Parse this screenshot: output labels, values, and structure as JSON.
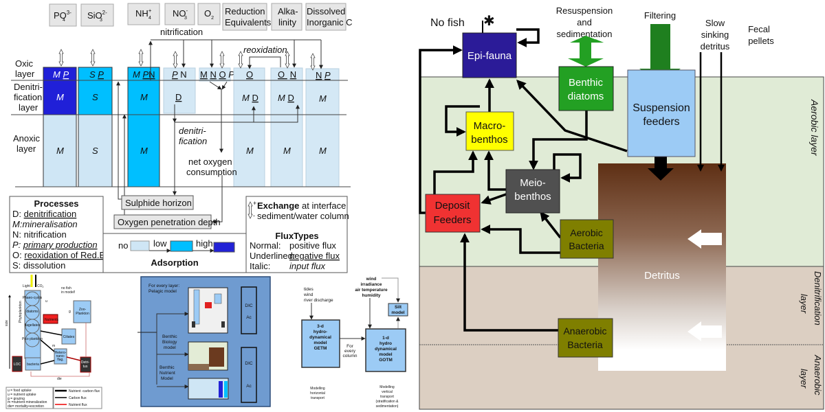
{
  "colors": {
    "adsorption_none": "#cfe6f5",
    "adsorption_low": "#00bfff",
    "adsorption_high": "#2222d6",
    "epifauna": "#2b1b98",
    "benthic_diatoms": "#23a023",
    "suspension_feeders": "#9ccbf5",
    "macrobenthos": "#ffff00",
    "meiobenthos": "#505050",
    "deposit_feeders": "#f03232",
    "bacteria": "#7f7f00",
    "aerobic_layer": "#e0ebd6",
    "sediment_layer": "#dccfc2",
    "detritus": "#6b3a1f"
  },
  "sediment_scheme": {
    "substances": [
      {
        "base": "PO",
        "sub": "4",
        "sup": "3-"
      },
      {
        "base": "SiO",
        "sub": "3",
        "sup": "2-"
      },
      {
        "base": "NH",
        "sub": "4",
        "sup": "+"
      },
      {
        "base": "NO",
        "sub": "3",
        "sup": "-"
      },
      {
        "base": "O",
        "sub": "2",
        "sup": ""
      },
      {
        "line1": "Reduction",
        "line2": "Equivalents"
      },
      {
        "line1": "Alka-",
        "line2": "linity"
      },
      {
        "line1": "Dissolved",
        "line2": "Inorganic C"
      }
    ],
    "layers": {
      "oxic": [
        "Oxic",
        "layer"
      ],
      "denitrification": [
        "Denitri-",
        "fication",
        "layer"
      ],
      "anoxic": [
        "Anoxic",
        "layer"
      ]
    },
    "cells": {
      "c1": {
        "oxic": [
          "M",
          "P"
        ],
        "denit": "M",
        "anoxic": "M"
      },
      "c2": {
        "oxic": [
          "S",
          "P"
        ],
        "denit": "S",
        "anoxic": "S"
      },
      "c3": {
        "oxic": [
          "M",
          "P",
          "N"
        ],
        "denit": "M",
        "anoxic": "M"
      },
      "c4": {
        "oxic": [
          "P",
          "N"
        ],
        "denit": "D"
      },
      "c5": {
        "oxic": [
          "M",
          "N",
          "O",
          "P"
        ]
      },
      "c6": {
        "oxic": [
          "O"
        ],
        "denit": [
          "M",
          "D"
        ],
        "anoxic": "M"
      },
      "c7": {
        "oxic": [
          "O",
          "N"
        ],
        "denit": [
          "M",
          "D"
        ],
        "anoxic": "M"
      },
      "c8": {
        "oxic": [
          "N",
          "P"
        ],
        "denit": "M",
        "anoxic": "M"
      }
    },
    "process_labels": {
      "nitrification": "nitrification",
      "reoxidation": "reoxidation",
      "denitrification": [
        "denitri-",
        "fication"
      ],
      "net_oxygen": [
        "net oxygen",
        "consumption"
      ],
      "sulphide_horizon": "Sulphide  horizon",
      "oxygen_penetration": "Oxygen penetration depth"
    },
    "processes_legend": {
      "title": "Processes",
      "items": [
        {
          "key": "D:",
          "text": "denitrification"
        },
        {
          "key": "M:",
          "text": "mineralisation"
        },
        {
          "key": "N:",
          "text": "nitrification"
        },
        {
          "key": "P:",
          "text": "primary production"
        },
        {
          "key": "O:",
          "text": "reoxidation of Red.Eq."
        },
        {
          "key": "S:",
          "text": "dissolution"
        }
      ]
    },
    "adsorption_legend": {
      "title": "Adsorption",
      "no": "no",
      "low": "low",
      "high": "high"
    },
    "exchange_legend": {
      "plus": "+",
      "minus": "-",
      "title_bold": "Exchange",
      "title_rest": " at interface",
      "line2": "sediment/water column"
    },
    "flux_types": {
      "title": "FluxTypes",
      "rows": [
        {
          "key": "Normal:",
          "value": "positive flux"
        },
        {
          "key": "Underlined:",
          "value": "negative flux"
        },
        {
          "key": "Italic:",
          "value": "input flux"
        }
      ]
    }
  },
  "pelagic_foodweb": {
    "light": "Light",
    "co2": "CO",
    "co2_sub": "2",
    "no_fish": [
      "no fish",
      "in model!"
    ],
    "phyto_groups": [
      "Phaeo-cystis",
      "diatoms",
      "flagellates",
      "Pico plankton"
    ],
    "phytoplankton": "Phytoplankton",
    "size": "size",
    "nutrients": "Nutrients",
    "zooplankton": [
      "Zoo-",
      "Plankton"
    ],
    "ciliates": "Ciliates",
    "heteronanoflag": [
      "Hetero-",
      "nano-",
      "flag."
    ],
    "bacteria": "bacteria",
    "loc": "LOC",
    "detritus": [
      "Detri-",
      "tus"
    ],
    "flux_labels": {
      "u": "u",
      "g": "g",
      "m": "m",
      "die": "die"
    },
    "legend_left": [
      "u    = food uptake",
      "u    = nutrient uptake",
      "g    = grazing",
      "m   =nutrient mineralization",
      "die= mortality+excretion"
    ],
    "legend_right": [
      "Nutrient -carbon flux",
      "Carbon flux",
      "Nutrient  flux"
    ]
  },
  "coupled_model": {
    "pelagic": [
      "For every layer:",
      "Pelagic model"
    ],
    "benthic_biology": [
      "Benthic",
      "Biology",
      "model"
    ],
    "benthic_nutrient": [
      "Benthic",
      "Nutrient",
      "Model"
    ],
    "dic": "DIC",
    "ac": "Ac"
  },
  "hydro_model": {
    "forcing_3d": [
      "tides",
      "wind",
      "river discharge"
    ],
    "forcing_1d": [
      "wind",
      "irradiance",
      "air temperature",
      "humidity"
    ],
    "silt": [
      "Silt",
      "model"
    ],
    "getm": [
      "3-d",
      "hydro-",
      "dynamical",
      "model",
      "GETM"
    ],
    "gotm": [
      "1-d",
      "hydro",
      "dynamical",
      "model",
      "GOTM"
    ],
    "for_every_column": [
      "For",
      "every",
      "column"
    ],
    "horizontal": [
      "Modelling",
      "horizontal",
      "transport"
    ],
    "vertical": [
      "Modelling",
      "vertical",
      "transport",
      "(stratification &",
      "sedimentation)"
    ]
  },
  "benthic_foodweb": {
    "no_fish": "No fish",
    "resuspension": [
      "Resuspension",
      "and",
      "sedimentation"
    ],
    "filtering": "Filtering",
    "slow_sinking": [
      "Slow",
      "sinking",
      "detritus"
    ],
    "fecal_pellets": [
      "Fecal",
      "pellets"
    ],
    "epifauna": "Epi-fauna",
    "benthic_diatoms": [
      "Benthic",
      "diatoms"
    ],
    "suspension_feeders": [
      "Suspension",
      "feeders"
    ],
    "macrobenthos": [
      "Macro-",
      "benthos"
    ],
    "meiobenthos": [
      "Meio-",
      "benthos"
    ],
    "deposit_feeders": [
      "Deposit",
      "Feeders"
    ],
    "aerobic_bacteria": [
      "Aerobic",
      "Bacteria"
    ],
    "anaerobic_bacteria": [
      "Anaerobic",
      "Bacteria"
    ],
    "detritus": "Detritus",
    "layer_aerobic": "Aerobic layer",
    "layer_denitrification": [
      "Denitrification",
      "layer"
    ],
    "layer_anaerobic": [
      "Anaerobic",
      "layer"
    ]
  }
}
